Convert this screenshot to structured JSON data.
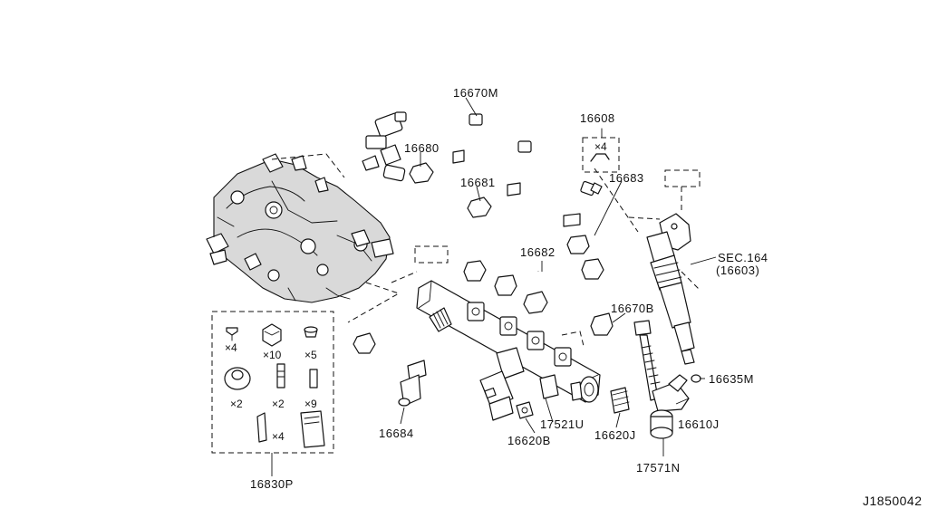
{
  "diagram_id": "J1850042",
  "part_labels": {
    "p16670M": "16670M",
    "p16608": "16608",
    "p16680": "16680",
    "p16681": "16681",
    "p16683": "16683",
    "p16682": "16682",
    "p16670B": "16670B",
    "sec164": "SEC.164",
    "sec164_sub": "(16603)",
    "p16635M": "16635M",
    "p16610J": "16610J",
    "p17571N": "17571N",
    "p16620J": "16620J",
    "p17521U": "17521U",
    "p16620B": "16620B",
    "p16684": "16684",
    "p16830P": "16830P"
  },
  "quantities": {
    "clip_16608": "×4",
    "kit_a": "×4",
    "kit_b": "×10",
    "kit_c": "×5",
    "kit_d": "×2",
    "kit_e": "×2",
    "kit_f": "×9",
    "kit_g": "×4"
  }
}
